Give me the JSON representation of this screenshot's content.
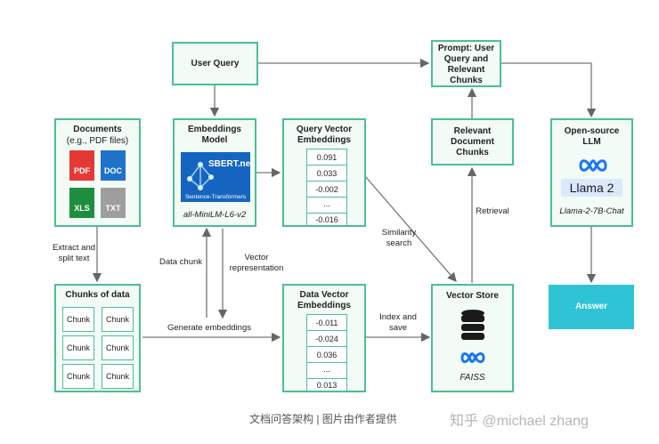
{
  "boxes": {
    "user_query": "User Query",
    "prompt": [
      "Prompt: User",
      "Query and",
      "Relevant",
      "Chunks"
    ],
    "documents": [
      "Documents",
      "(e.g., PDF files)"
    ],
    "embeddings_model": [
      "Embeddings",
      "Model"
    ],
    "model_name": "all-MiniLM-L6-v2",
    "sbert_logo": [
      "SBERT.net",
      "Sentence-Transformers"
    ],
    "query_vector": [
      "Query Vector",
      "Embeddings"
    ],
    "relevant_chunks": [
      "Relevant",
      "Document",
      "Chunks"
    ],
    "llm": [
      "Open-source",
      "LLM"
    ],
    "llama_logo": "Llama 2",
    "llm_name": "Llama-2-7B-Chat",
    "chunks": "Chunks of data",
    "data_vector": [
      "Data Vector",
      "Embeddings"
    ],
    "vector_store": "Vector Store",
    "faiss": "FAISS",
    "answer": "Answer"
  },
  "file_icons": [
    {
      "label": "PDF",
      "color": "#e53935"
    },
    {
      "label": "DOC",
      "color": "#1e73c9"
    },
    {
      "label": "XLS",
      "color": "#1e8e3e"
    },
    {
      "label": "TXT",
      "color": "#9e9e9e"
    }
  ],
  "query_values": [
    "0.091",
    "0.033",
    "-0.002",
    "...",
    "-0.016"
  ],
  "data_values": [
    "-0.011",
    "-0.024",
    "0.036",
    "...",
    "0.013"
  ],
  "chunk_label": "Chunk",
  "edge_labels": {
    "extract": [
      "Extract and",
      "split text"
    ],
    "data_chunk": "Data chunk",
    "vector_rep": [
      "Vector",
      "representation"
    ],
    "generate": "Generate embeddings",
    "similarity": [
      "Similarity",
      "search"
    ],
    "retrieval": "Retrieval",
    "index": [
      "Index and",
      "save"
    ]
  },
  "colors": {
    "accent": "#4cbf90",
    "box_fill": "#f2fbf6",
    "answer": "#2ec4d6",
    "meta_blue": "#1877f2",
    "arrow": "#666666"
  },
  "footer": "文档问答架构 | 图片由作者提供",
  "watermark": "知乎 @michael zhang"
}
